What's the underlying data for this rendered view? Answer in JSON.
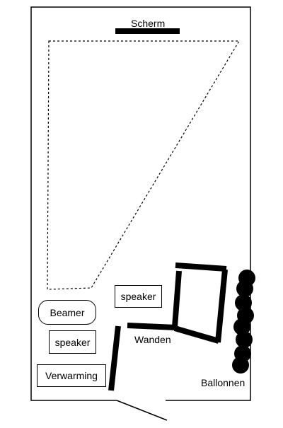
{
  "labels": {
    "screen": "Scherm",
    "beamer": "Beamer",
    "speaker_center": "speaker",
    "speaker_left": "speaker",
    "heating": "Verwarming",
    "walls": "Wanden",
    "balloons": "Ballonnen"
  },
  "colors": {
    "ink": "#000000",
    "background": "#ffffff"
  }
}
